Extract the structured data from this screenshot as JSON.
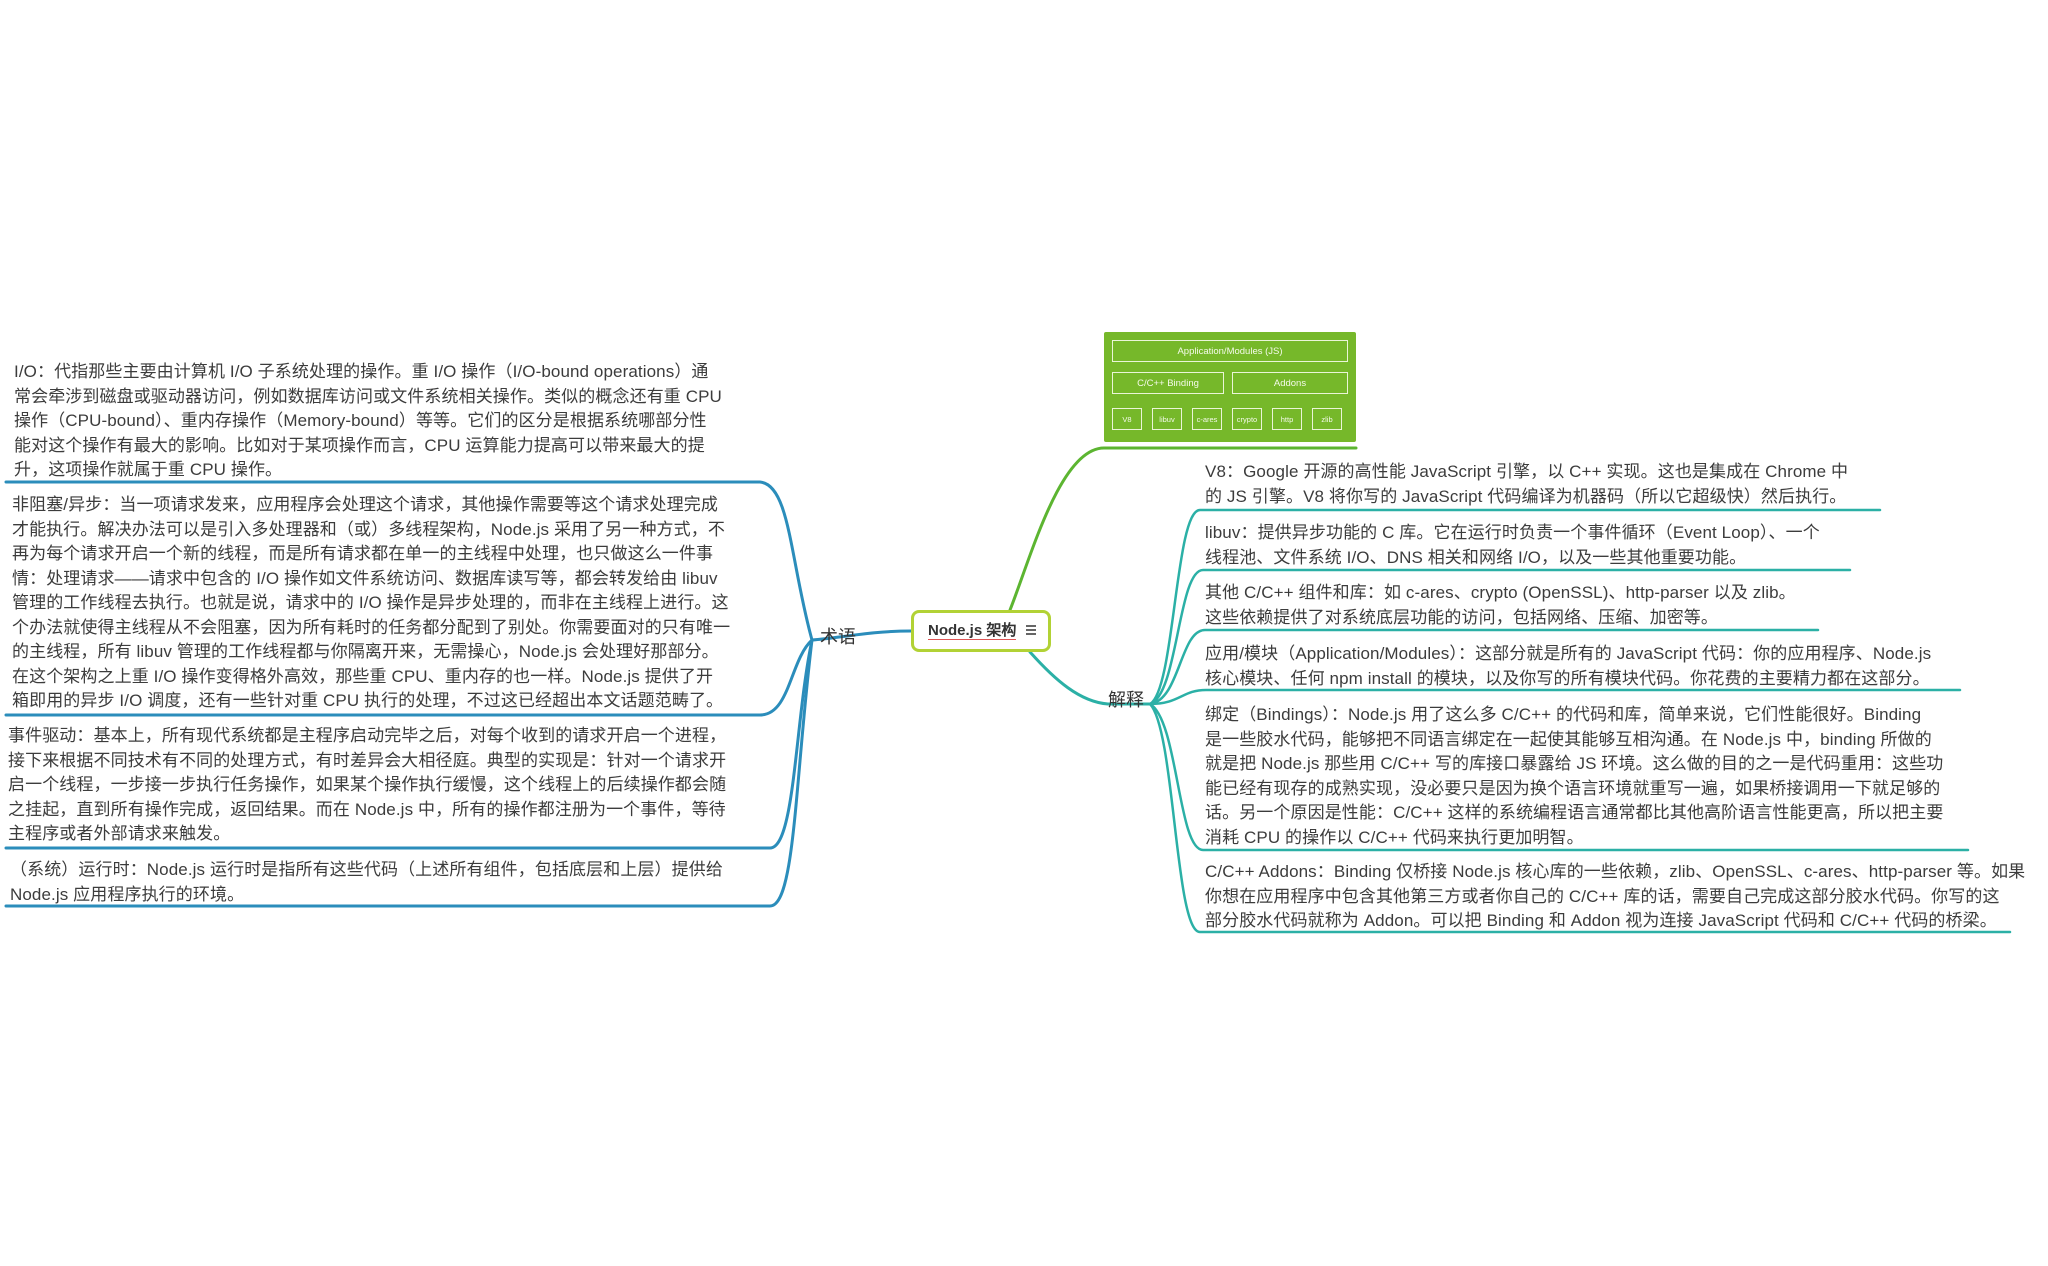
{
  "center": {
    "title": "Node.js 架构"
  },
  "branches": {
    "left": {
      "label": "术语"
    },
    "right": {
      "label": "解释"
    }
  },
  "architecture": {
    "top": "Application/Modules (JS)",
    "middle": [
      "C/C++ Binding",
      "Addons"
    ],
    "bottom": [
      "V8",
      "libuv",
      "c-ares",
      "crypto",
      "http",
      "zlib"
    ]
  },
  "left_topics": [
    "I/O：代指那些主要由计算机 I/O 子系统处理的操作。重 I/O 操作（I/O-bound operations）通\n常会牵涉到磁盘或驱动器访问，例如数据库访问或文件系统相关操作。类似的概念还有重 CPU\n操作（CPU-bound）、重内存操作（Memory-bound）等等。它们的区分是根据系统哪部分性\n能对这个操作有最大的影响。比如对于某项操作而言，CPU 运算能力提高可以带来最大的提\n升，这项操作就属于重 CPU 操作。",
    "非阻塞/异步：当一项请求发来，应用程序会处理这个请求，其他操作需要等这个请求处理完成\n才能执行。解决办法可以是引入多处理器和（或）多线程架构，Node.js 采用了另一种方式，不\n再为每个请求开启一个新的线程，而是所有请求都在单一的主线程中处理，也只做这么一件事\n情：处理请求——请求中包含的 I/O 操作如文件系统访问、数据库读写等，都会转发给由 libuv\n管理的工作线程去执行。也就是说，请求中的 I/O 操作是异步处理的，而非在主线程上进行。这\n个办法就使得主线程从不会阻塞，因为所有耗时的任务都分配到了别处。你需要面对的只有唯一\n的主线程，所有 libuv 管理的工作线程都与你隔离开来，无需操心，Node.js 会处理好那部分。\n在这个架构之上重 I/O 操作变得格外高效，那些重 CPU、重内存的也一样。Node.js 提供了开\n箱即用的异步 I/O 调度，还有一些针对重 CPU 执行的处理，不过这已经超出本文话题范畴了。",
    "事件驱动：基本上，所有现代系统都是主程序启动完毕之后，对每个收到的请求开启一个进程，\n接下来根据不同技术有不同的处理方式，有时差异会大相径庭。典型的实现是：针对一个请求开\n启一个线程，一步接一步执行任务操作，如果某个操作执行缓慢，这个线程上的后续操作都会随\n之挂起，直到所有操作完成，返回结果。而在 Node.js 中，所有的操作都注册为一个事件，等待\n主程序或者外部请求来触发。",
    "（系统）运行时：Node.js 运行时是指所有这些代码（上述所有组件，包括底层和上层）提供给\nNode.js 应用程序执行的环境。"
  ],
  "right_topics": [
    "V8：Google 开源的高性能 JavaScript 引擎，以 C++ 实现。这也是集成在 Chrome 中\n的 JS 引擎。V8 将你写的 JavaScript 代码编译为机器码（所以它超级快）然后执行。",
    "libuv：提供异步功能的 C 库。它在运行时负责一个事件循环（Event Loop）、一个\n线程池、文件系统 I/O、DNS 相关和网络 I/O，以及一些其他重要功能。",
    "其他 C/C++ 组件和库：如 c-ares、crypto (OpenSSL)、http-parser 以及 zlib。\n这些依赖提供了对系统底层功能的访问，包括网络、压缩、加密等。",
    "应用/模块（Application/Modules）：这部分就是所有的 JavaScript 代码：你的应用程序、Node.js\n核心模块、任何 npm install 的模块，以及你写的所有模块代码。你花费的主要精力都在这部分。",
    "绑定（Bindings）：Node.js 用了这么多 C/C++ 的代码和库，简单来说，它们性能很好。Binding\n是一些胶水代码，能够把不同语言绑定在一起使其能够互相沟通。在 Node.js 中，binding 所做的\n就是把 Node.js 那些用 C/C++ 写的库接口暴露给 JS 环境。这么做的目的之一是代码重用：这些功\n能已经有现存的成熟实现，没必要只是因为换个语言环境就重写一遍，如果桥接调用一下就足够的\n话。另一个原因是性能：C/C++ 这样的系统编程语言通常都比其他高阶语言性能更高，所以把主要\n消耗 CPU 的操作以 C/C++ 代码来执行更加明智。",
    "C/C++ Addons：Binding 仅桥接 Node.js 核心库的一些依赖，zlib、OpenSSL、c-ares、http-parser 等。如果\n你想在应用程序中包含其他第三方或者你自己的 C/C++ 库的话，需要自己完成这部分胶水代码。你写的这\n部分胶水代码就称为 Addon。可以把 Binding 和 Addon 视为连接 JavaScript 代码和 C/C++ 代码的桥梁。"
  ],
  "colors": {
    "center_border": "#b2d235",
    "green_branch": "#5cb531",
    "teal_branch": "#2bb0a6",
    "blue_branch": "#2b8dbb",
    "arch_bg": "#76b82a"
  }
}
